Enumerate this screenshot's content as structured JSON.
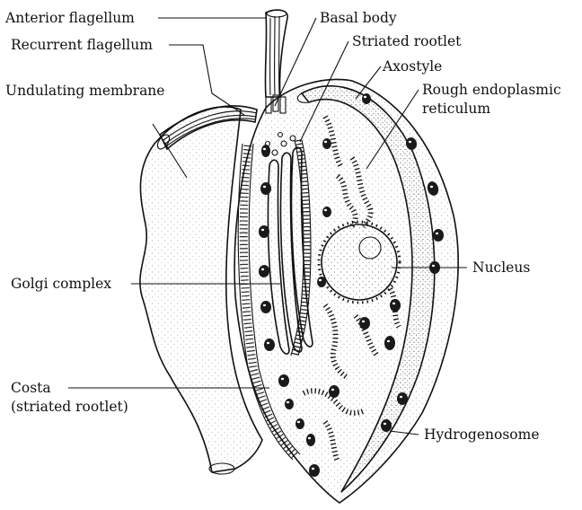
{
  "labels": {
    "anterior_flagellum": "Anterior flagellum",
    "recurrent_flagellum": "Recurrent flagellum",
    "undulating_membrane": "Undulating membrane",
    "basal_body": "Basal body",
    "striated_rootlet": "Striated rootlet",
    "axostyle": "Axostyle",
    "rough_er_line1": "Rough endoplasmic",
    "rough_er_line2": "reticulum",
    "nucleus": "Nucleus",
    "golgi_complex": "Golgi complex",
    "costa_line1": "Costa",
    "costa_line2": "(striated rootlet)",
    "hydrogenosome": "Hydrogenosome"
  },
  "colors": {
    "ink": "#111111",
    "background": "#ffffff",
    "granule": "#1a1a1a"
  }
}
